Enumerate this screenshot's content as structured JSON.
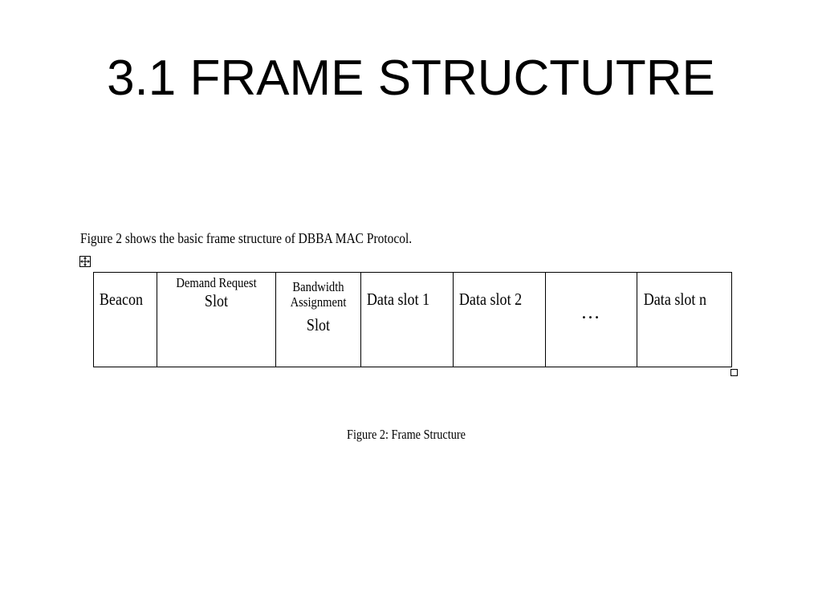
{
  "slide": {
    "title": "3.1 FRAME STRUCTUTRE"
  },
  "figure": {
    "intro": "Figure 2 shows the basic frame structure of DBBA MAC Protocol.",
    "caption": "Figure 2: Frame Structure",
    "move_handle_icon": "move-arrows-icon",
    "resize_handle_icon": "resize-square-icon"
  },
  "frame_table": {
    "cells": [
      {
        "label": "Beacon"
      },
      {
        "line1": "Demand Request",
        "line2": "Slot"
      },
      {
        "line1": "Bandwidth",
        "line2": "Assignment",
        "line3": "Slot"
      },
      {
        "label": "Data slot 1"
      },
      {
        "label": "Data slot 2"
      },
      {
        "label": "…"
      },
      {
        "label": "Data slot n"
      }
    ]
  }
}
